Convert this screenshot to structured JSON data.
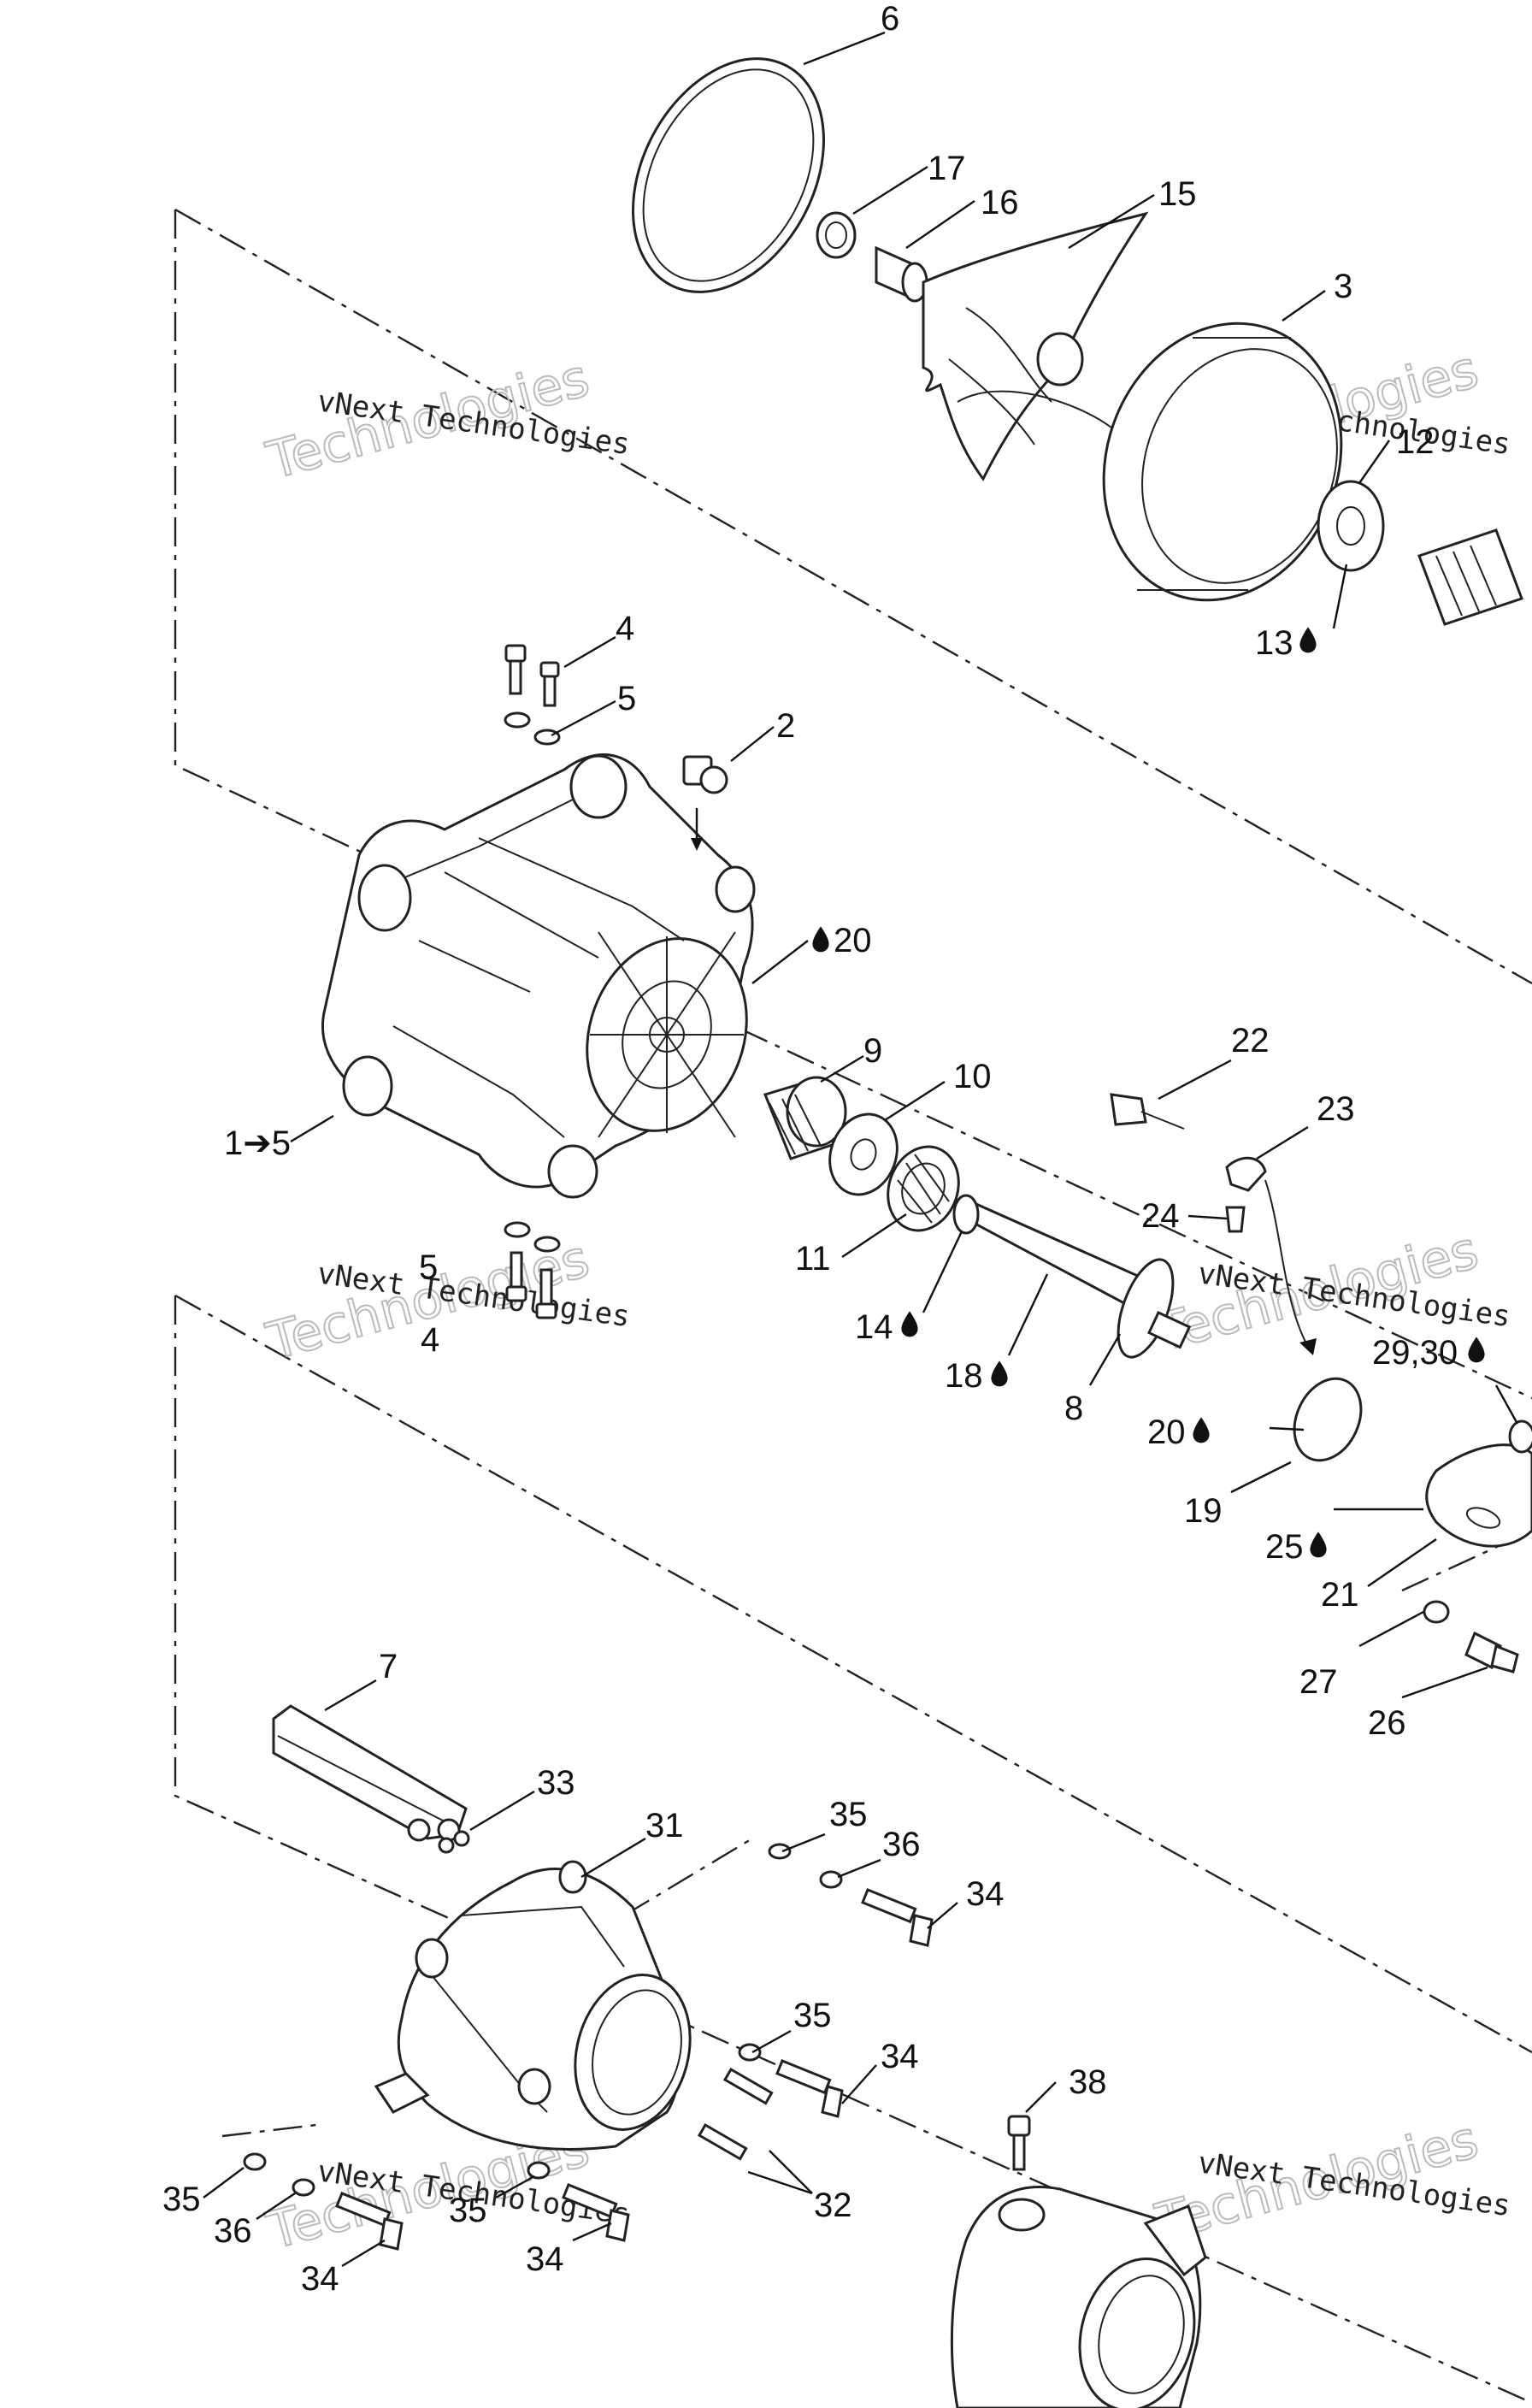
{
  "watermark": {
    "text": "vNext Technologies"
  },
  "callouts": {
    "c6": "6",
    "c17": "17",
    "c16": "16",
    "c15": "15",
    "c3": "3",
    "c12": "12",
    "c13": "13",
    "c4a": "4",
    "c5a": "5",
    "c2": "2",
    "c20a": "20",
    "c1to5": "1➔5",
    "c9": "9",
    "c10": "10",
    "c11": "11",
    "c14": "14",
    "c18": "18",
    "c8": "8",
    "c22": "22",
    "c23": "23",
    "c24": "24",
    "c5b": "5",
    "c4b": "4",
    "c29_30": "29,30",
    "c20b": "20",
    "c19": "19",
    "c25": "25",
    "c21": "21",
    "c27": "27",
    "c26": "26",
    "c7": "7",
    "c33": "33",
    "c31": "31",
    "c35a": "35",
    "c36a": "36",
    "c34a": "34",
    "c35b": "35",
    "c34b": "34",
    "c38": "38",
    "c35c": "35",
    "c36b": "36",
    "c34c": "34",
    "c35d": "35",
    "c34d": "34",
    "c32": "32"
  },
  "icons": {
    "oil_drop": "oil-drop-icon"
  }
}
